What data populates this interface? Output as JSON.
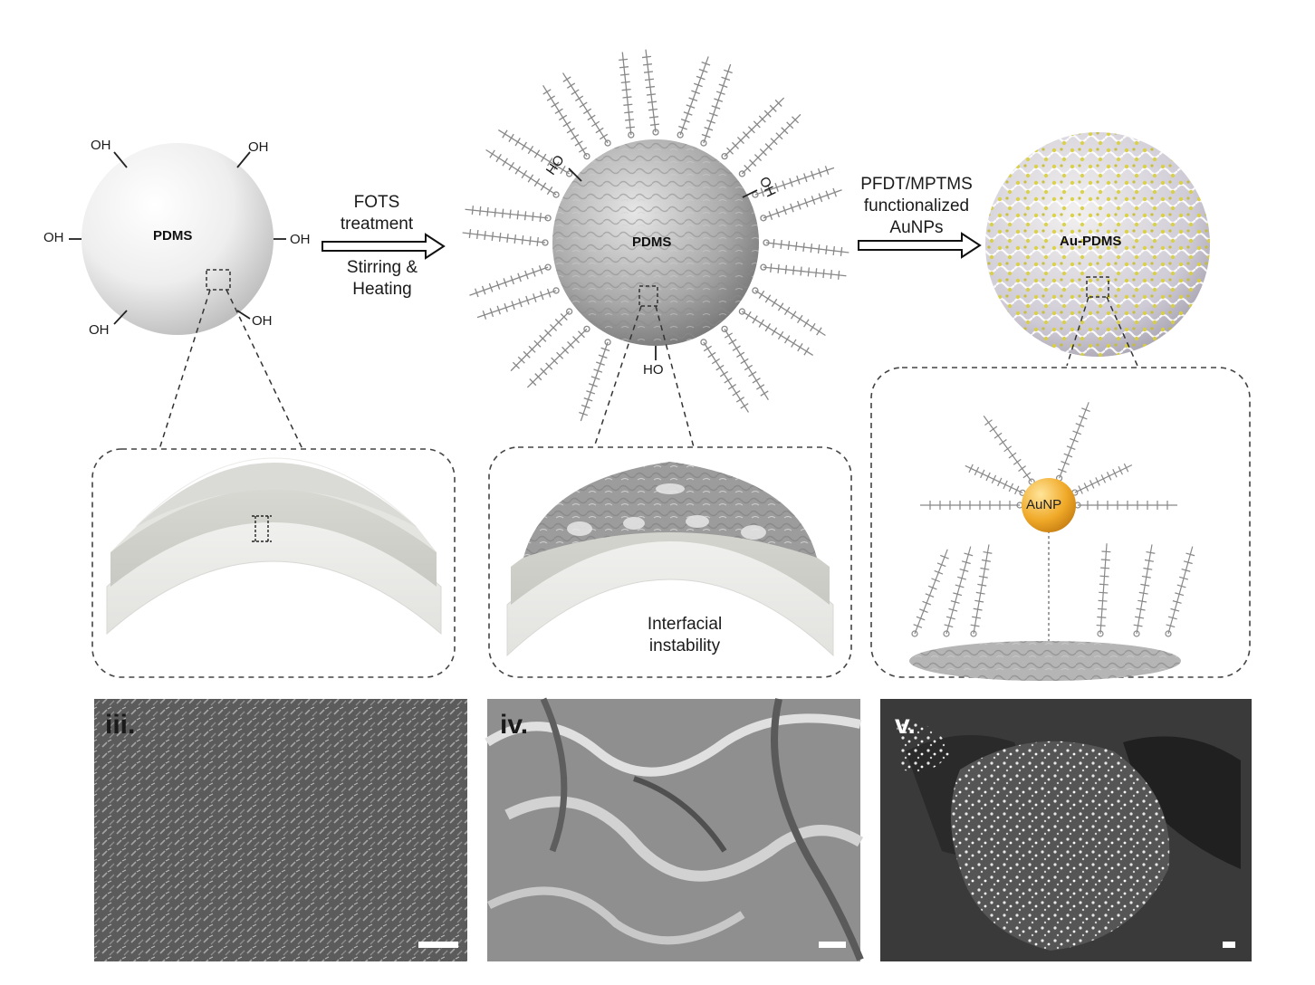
{
  "step1": {
    "sphere_label": "PDMS",
    "oh_labels": [
      "OH",
      "OH",
      "OH",
      "OH",
      "OH",
      "OH"
    ]
  },
  "arrow1": {
    "line1": "FOTS",
    "line2": "treatment",
    "line3": "Stirring &",
    "line4": "Heating"
  },
  "step2": {
    "sphere_label": "PDMS",
    "oh_labels": [
      "HO",
      "OH",
      "HO"
    ],
    "inset_caption_line1": "Interfacial",
    "inset_caption_line2": "instability"
  },
  "arrow2": {
    "line1": "PFDT/MPTMS",
    "line2": "functionalized",
    "line3": "AuNPs"
  },
  "step3": {
    "sphere_label": "Au-PDMS",
    "nanoparticle_label": "AuNP"
  },
  "micrographs": [
    {
      "tag": "iii."
    },
    {
      "tag": "iv."
    },
    {
      "tag": "v."
    }
  ],
  "colors": {
    "gold": "#e8a52a",
    "gold_dots": "#d9cf3a",
    "dash": "#444444"
  }
}
